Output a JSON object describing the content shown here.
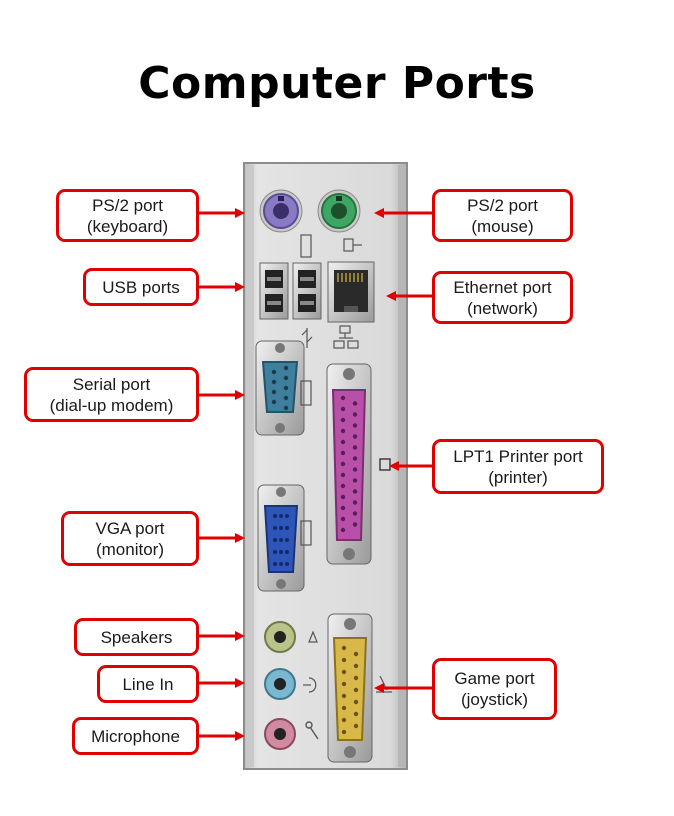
{
  "title": "Computer Ports",
  "labels": {
    "ps2_keyboard": [
      "PS/2 port",
      "(keyboard)"
    ],
    "ps2_mouse": [
      "PS/2 port",
      "(mouse)"
    ],
    "usb": [
      "USB ports"
    ],
    "ethernet": [
      "Ethernet port",
      "(network)"
    ],
    "serial": [
      "Serial port",
      "(dial-up modem)"
    ],
    "lpt1": [
      "LPT1 Printer port",
      "(printer)"
    ],
    "vga": [
      "VGA port",
      "(monitor)"
    ],
    "speakers": [
      "Speakers"
    ],
    "line_in": [
      "Line In"
    ],
    "microphone": [
      "Microphone"
    ],
    "game": [
      "Game port",
      "(joystick)"
    ]
  },
  "colors": {
    "arrow": "#e00000",
    "panel": "#d9d9d9",
    "keyboard_port": "#8a7ac4",
    "mouse_port": "#3fa564",
    "serial_port": "#3f7f9e",
    "vga_port": "#2e55b8",
    "printer_port": "#b84fa8",
    "game_port": "#d9b84a",
    "speaker_jack": "#b9c48a",
    "line_in_jack": "#7ab8cf",
    "mic_jack": "#d28aa0"
  }
}
